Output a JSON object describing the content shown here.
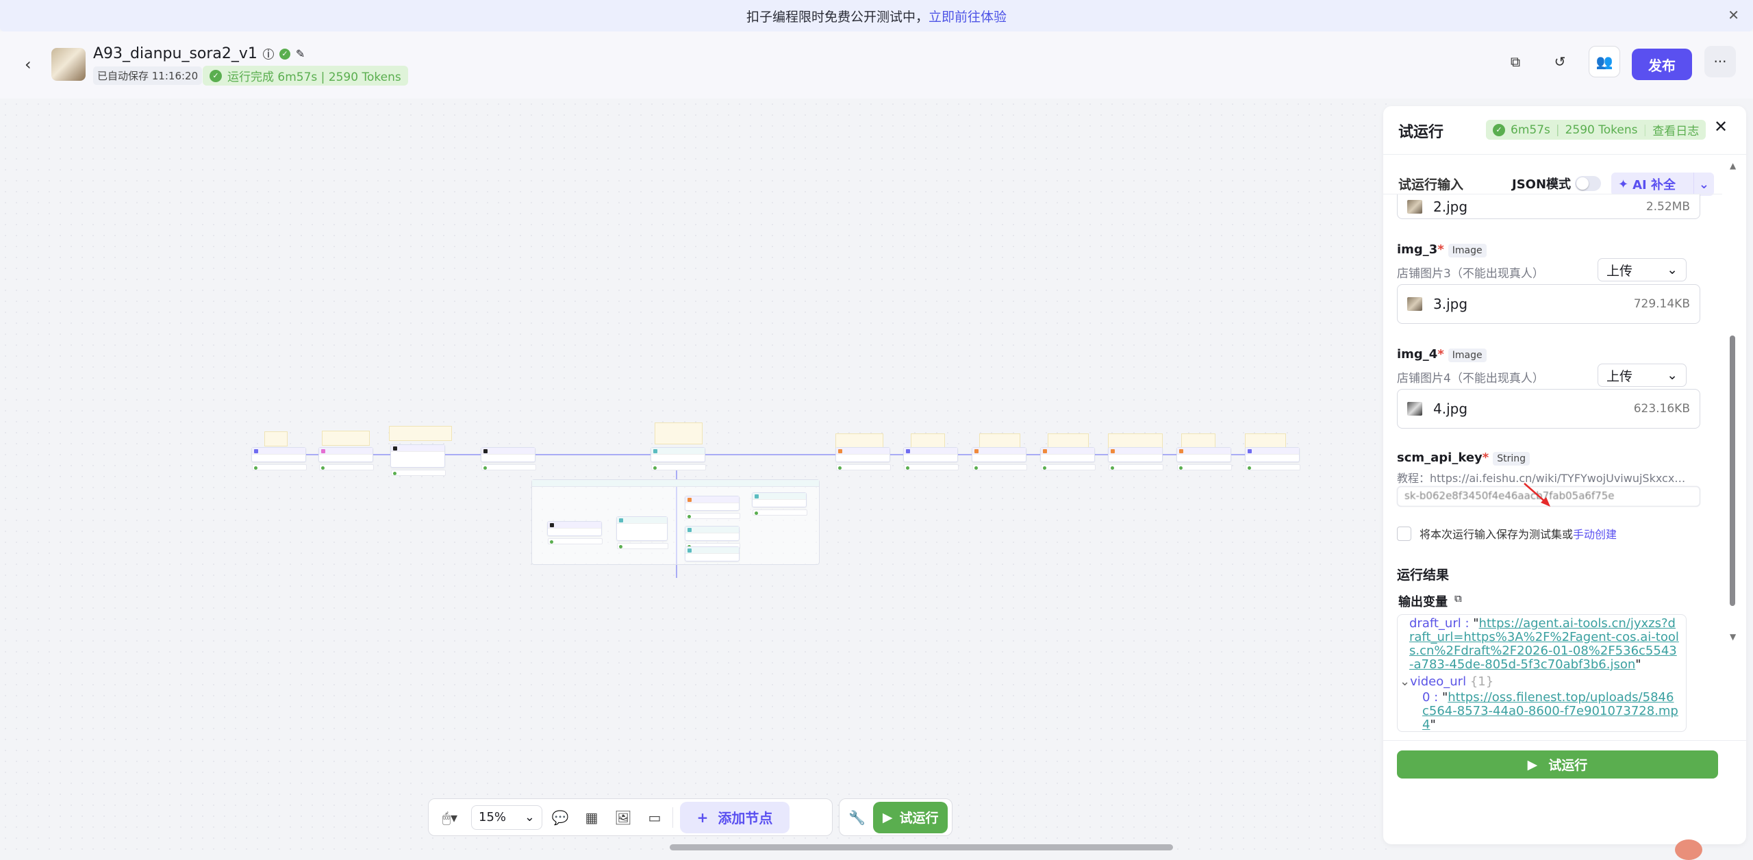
{
  "banner": {
    "text": "扣子编程限时免费公开测试中，",
    "link": "立即前往体验",
    "close_icon": "close-icon"
  },
  "header": {
    "title": "A93_dianpu_sora2_v1",
    "autosave": "已自动保存 11:16:20",
    "run_status": "运行完成 6m57s | 2590 Tokens",
    "publish_label": "发布",
    "more_label": "···"
  },
  "toolbar": {
    "zoom": "15%",
    "add_node": "添加节点",
    "test_run": "试运行"
  },
  "panel": {
    "title": "试运行",
    "badge_time": "6m57s",
    "badge_tokens": "2590 Tokens",
    "view_log": "查看日志",
    "input_title": "试运行输入",
    "json_mode": "JSON模式",
    "json_mode_on": false,
    "ai_fill": "AI 补全",
    "files": [
      {
        "name": "2.jpg",
        "size": "2.52MB"
      },
      {
        "name": "3.jpg",
        "size": "729.14KB"
      },
      {
        "name": "4.jpg",
        "size": "623.16KB"
      }
    ],
    "fields": [
      {
        "name": "img_3",
        "type": "Image",
        "desc": "店铺图片3（不能出现真人）",
        "mode": "上传"
      },
      {
        "name": "img_4",
        "type": "Image",
        "desc": "店铺图片4（不能出现真人）",
        "mode": "上传"
      }
    ],
    "api_key": {
      "name": "scm_api_key",
      "type": "String",
      "desc": "教程：https://ai.feishu.cn/wiki/TYFYwojUviwujSkxcx…",
      "value": "sk-b062e8f3450f4e46aacb7fab05a6f75e"
    },
    "save_checkbox": "将本次运行输入保存为测试集或",
    "save_link": "手动创建",
    "result_title": "运行结果",
    "output_title": "输出变量",
    "draft_key": "draft_url",
    "draft_value": "https://agent.ai-tools.cn/jyxzs?draft_url=https%3A%2F%2Fagent-cos.ai-tools.cn%2Fdraft%2F2026-01-08%2F536c5543-a783-45de-805d-5f3c70abf3b6.json",
    "video_key": "video_url",
    "video_count": "{1}",
    "video_index": "0",
    "video_value": "https://oss.filenest.top/uploads/5846c564-8573-44a0-8600-f7e901073728.mp4",
    "run_button": "试运行"
  },
  "colors": {
    "accent": "#5a50f0",
    "success": "#5aae4f",
    "link": "#3aa0a0"
  }
}
